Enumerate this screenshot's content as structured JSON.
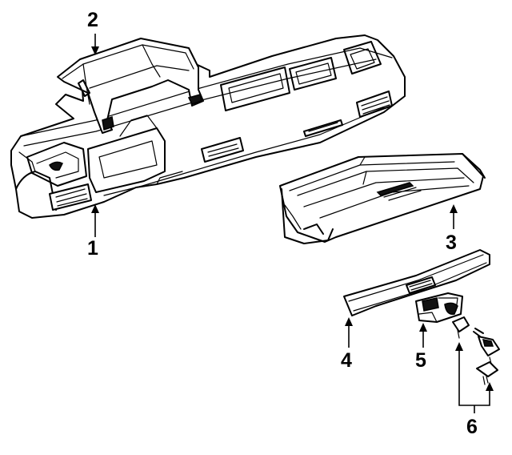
{
  "diagram": {
    "parts": [
      {
        "id": "1",
        "label": "1",
        "part": "instrument-panel"
      },
      {
        "id": "2",
        "label": "2",
        "part": "instrument-cluster-hood"
      },
      {
        "id": "3",
        "label": "3",
        "part": "glove-box"
      },
      {
        "id": "4",
        "label": "4",
        "part": "glove-box-door"
      },
      {
        "id": "5",
        "label": "5",
        "part": "glove-box-latch"
      },
      {
        "id": "6",
        "label": "6",
        "part": "lock-cylinder-and-keys"
      }
    ],
    "colors": {
      "line": "#000000",
      "background": "#ffffff"
    }
  }
}
